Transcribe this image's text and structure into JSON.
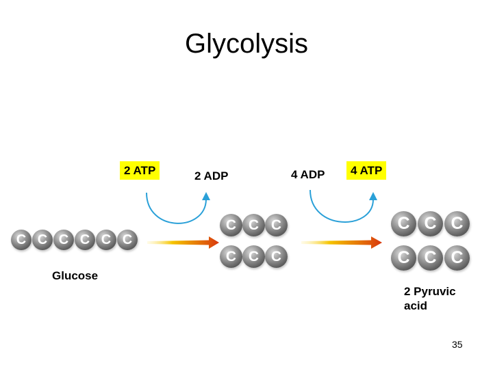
{
  "title": "Glycolysis",
  "labels": {
    "atp_in": "2 ATP",
    "adp_out": "2 ADP",
    "adp_in": "4 ADP",
    "atp_out": "4 ATP",
    "glucose": "Glucose",
    "product_line1": "2 Pyruvic",
    "product_line2": "acid"
  },
  "carbon_symbol": "C",
  "page_number": "35",
  "colors": {
    "highlight": "#ffff00",
    "curve_arrow": "#2aa0d8",
    "reaction_arrow_start": "#f5c400",
    "reaction_arrow_end": "#d8380e",
    "carbon_ball": "#6b6b6b"
  }
}
